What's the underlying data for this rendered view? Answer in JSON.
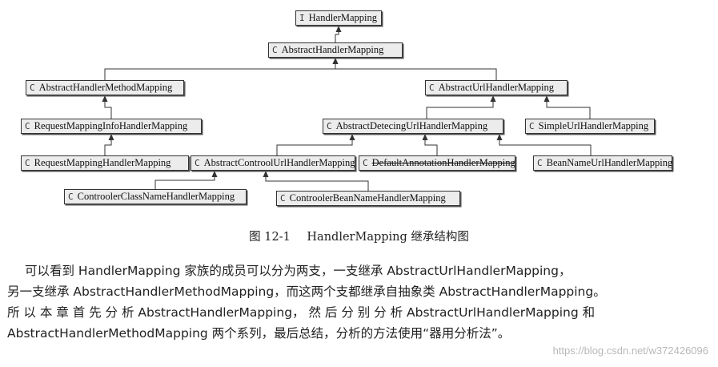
{
  "diagram": {
    "nodes": [
      {
        "id": "handler-mapping",
        "badge": "I",
        "label": "HandlerMapping"
      },
      {
        "id": "abstract-handler-mapping",
        "badge": "C",
        "label": "AbstractHandlerMapping"
      },
      {
        "id": "abstract-handler-method-mapping",
        "badge": "C",
        "label": "AbstractHandlerMethodMapping"
      },
      {
        "id": "abstract-url-handler-mapping",
        "badge": "C",
        "label": "AbstractUrlHandlerMapping"
      },
      {
        "id": "request-mapping-info-handler-mapping",
        "badge": "C",
        "label": "RequestMappingInfoHandlerMapping"
      },
      {
        "id": "abstract-detecing-url-handler-mapping",
        "badge": "C",
        "label": "AbstractDetecingUrlHandlerMapping"
      },
      {
        "id": "simple-url-handler-mapping",
        "badge": "C",
        "label": "SimpleUrlHandlerMapping"
      },
      {
        "id": "request-mapping-handler-mapping",
        "badge": "C",
        "label": "RequestMappingHandlerMapping"
      },
      {
        "id": "abstract-controol-url-handler-mapping",
        "badge": "C",
        "label": "AbstractControolUrlHandlerMapping"
      },
      {
        "id": "default-annotation-handler-mapping",
        "badge": "C",
        "label": "DefaultAnnotationHandlerMapping",
        "deprecated": true
      },
      {
        "id": "bean-name-url-handler-mapping",
        "badge": "C",
        "label": "BeanNameUrlHandlerMapping"
      },
      {
        "id": "controoler-class-name-handler-mapping",
        "badge": "C",
        "label": "ControolerClassNameHandlerMapping"
      },
      {
        "id": "controoler-bean-name-handler-mapping",
        "badge": "C",
        "label": "ControolerBeanNameHandlerMapping"
      }
    ],
    "edges": [
      {
        "from": "abstract-handler-mapping",
        "to": "handler-mapping"
      },
      {
        "from": "abstract-handler-method-mapping",
        "to": "abstract-handler-mapping"
      },
      {
        "from": "abstract-url-handler-mapping",
        "to": "abstract-handler-mapping"
      },
      {
        "from": "request-mapping-info-handler-mapping",
        "to": "abstract-handler-method-mapping"
      },
      {
        "from": "request-mapping-handler-mapping",
        "to": "request-mapping-info-handler-mapping"
      },
      {
        "from": "abstract-detecing-url-handler-mapping",
        "to": "abstract-url-handler-mapping"
      },
      {
        "from": "simple-url-handler-mapping",
        "to": "abstract-url-handler-mapping"
      },
      {
        "from": "abstract-controol-url-handler-mapping",
        "to": "abstract-detecing-url-handler-mapping"
      },
      {
        "from": "default-annotation-handler-mapping",
        "to": "abstract-detecing-url-handler-mapping"
      },
      {
        "from": "bean-name-url-handler-mapping",
        "to": "abstract-detecing-url-handler-mapping"
      },
      {
        "from": "controoler-class-name-handler-mapping",
        "to": "abstract-controol-url-handler-mapping"
      },
      {
        "from": "controoler-bean-name-handler-mapping",
        "to": "abstract-controol-url-handler-mapping"
      }
    ]
  },
  "caption": {
    "number": "图 12-1",
    "text": "HandlerMapping 继承结构图"
  },
  "paragraph": {
    "lines": [
      "可以看到 HandlerMapping 家族的成员可以分为两支，一支继承 AbstractUrlHandlerMapping，",
      "另一支继承 AbstractHandlerMethodMapping，而这两个支都继承自抽象类 AbstractHandlerMapping。",
      "所 以 本 章 首 先 分 析 AbstractHandlerMapping， 然 后 分 别 分 析 AbstractUrlHandlerMapping 和",
      "AbstractHandlerMethodMapping 两个系列，最后总结，分析的方法使用“器用分析法”。"
    ]
  },
  "watermark": "https://blog.csdn.net/w372426096"
}
